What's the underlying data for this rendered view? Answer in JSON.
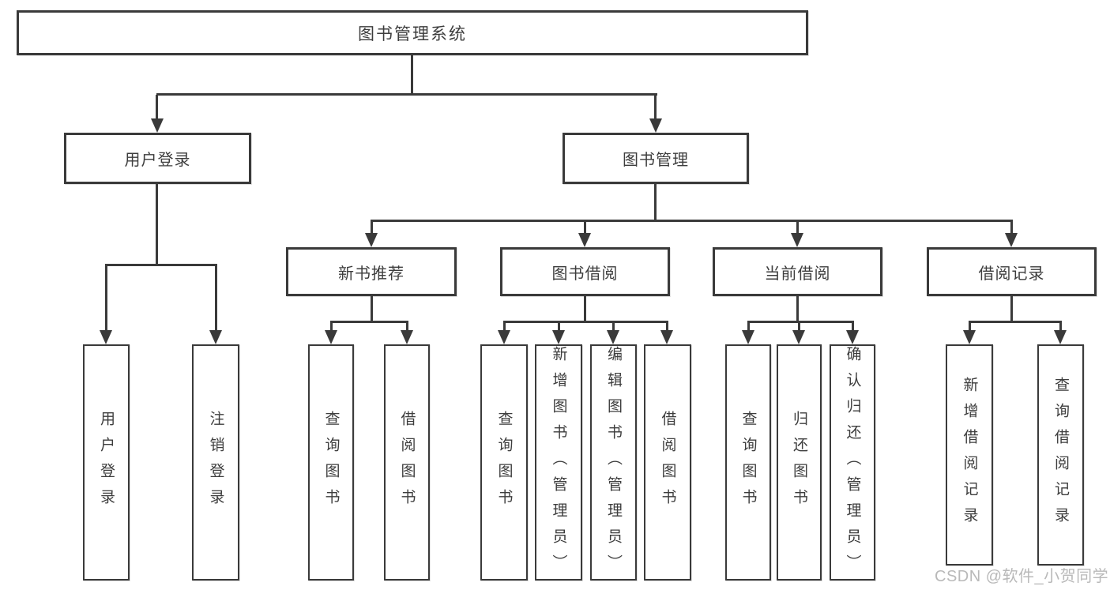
{
  "diagram": {
    "root": "图书管理系统",
    "branches": [
      {
        "label": "用户登录",
        "children": [
          "用户登录",
          "注销登录"
        ]
      },
      {
        "label": "图书管理",
        "sections": [
          {
            "label": "新书推荐",
            "children": [
              "查询图书",
              "借阅图书"
            ]
          },
          {
            "label": "图书借阅",
            "children": [
              "查询图书",
              "新增图书（管理员）",
              "编辑图书（管理员）",
              "借阅图书"
            ]
          },
          {
            "label": "当前借阅",
            "children": [
              "查询图书",
              "归还图书",
              "确认归还（管理员）"
            ]
          },
          {
            "label": "借阅记录",
            "children": [
              "新增借阅记录",
              "查询借阅记录"
            ]
          }
        ]
      }
    ]
  },
  "watermark": "CSDN @软件_小贺同学",
  "colors": {
    "line": "#3a3a3a",
    "text": "#3d3d3d",
    "background": "#ffffff",
    "watermark": "#b9b9b9"
  }
}
